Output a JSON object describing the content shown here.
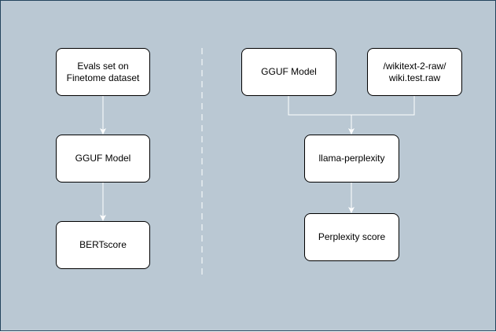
{
  "diagram": {
    "colors": {
      "background": "#bac8d3",
      "border": "#23445d",
      "node_fill": "#ffffff",
      "node_stroke": "#000000",
      "edge": "#ffffff",
      "divider": "#ffffff"
    },
    "left_flow": {
      "evals_node": "Evals set on\nFinetome dataset",
      "gguf_node": "GGUF Model",
      "bertscore_node": "BERTscore"
    },
    "right_flow": {
      "gguf_node": "GGUF Model",
      "wikitext_node": "/wikitext-2-raw/\nwiki.test.raw",
      "llama_node": "llama-perplexity",
      "perplexity_node": "Perplexity score"
    }
  }
}
